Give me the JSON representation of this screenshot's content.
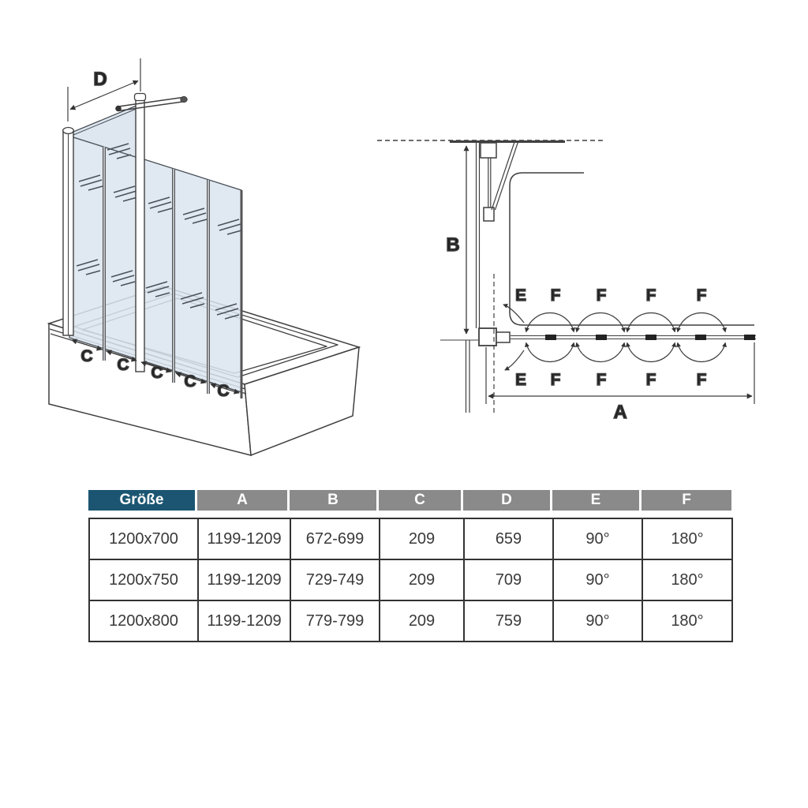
{
  "labels": {
    "d": "D",
    "c": "C",
    "b": "B",
    "e": "E",
    "f": "F",
    "a": "A"
  },
  "table": {
    "headers": [
      "Größe",
      "A",
      "B",
      "C",
      "D",
      "E",
      "F"
    ],
    "rows": [
      [
        "1200x700",
        "1199-1209",
        "672-699",
        "209",
        "659",
        "90°",
        "180°"
      ],
      [
        "1200x750",
        "1199-1209",
        "729-749",
        "209",
        "709",
        "90°",
        "180°"
      ],
      [
        "1200x800",
        "1199-1209",
        "779-799",
        "209",
        "759",
        "90°",
        "180°"
      ]
    ]
  },
  "colors": {
    "header_primary_bg": "#1B5571",
    "header_secondary_bg": "#8A8A8A",
    "glass": "#DAE4EE",
    "line_art": "#3F3F3F",
    "table_border": "#333333"
  }
}
